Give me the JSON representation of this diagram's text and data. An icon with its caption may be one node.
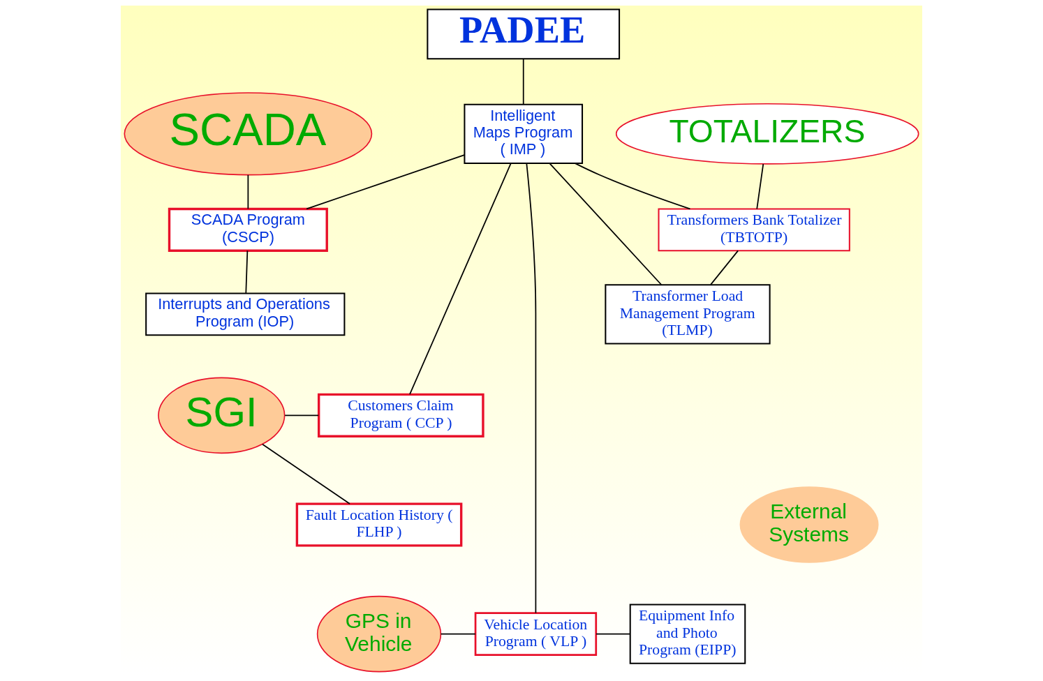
{
  "diagram": {
    "nodes": [
      {
        "text": [
          "PADEE"
        ]
      },
      {
        "text": [
          "SCADA"
        ]
      },
      {
        "text": [
          "Intelligent Maps Program ( IMP )"
        ]
      },
      {
        "text": [
          "TOTALIZERS"
        ]
      },
      {
        "text": [
          "SCADA Program (CSCP)"
        ]
      },
      {
        "text": [
          "Interrupts and Operations Program (IOP)"
        ]
      },
      {
        "text": [
          "Transformers Bank Totalizer (TBTOTP)"
        ]
      },
      {
        "text": [
          "Transformer Load Management Program (TLMP)"
        ]
      },
      {
        "text": [
          "SGI"
        ]
      },
      {
        "text": [
          "Customers Claim Program ( CCP )"
        ]
      },
      {
        "text": [
          "Fault Location History ( FLHP )"
        ]
      },
      {
        "text": [
          "External Systems"
        ]
      },
      {
        "text": [
          "GPS in Vehicle"
        ]
      },
      {
        "text": [
          "Vehicle Location Program ( VLP )"
        ]
      },
      {
        "text": [
          "Equipment Info and Photo Program (EIPP)"
        ]
      }
    ],
    "edges": [
      {
        "from": 0,
        "to": 2,
        "arrow": "none"
      },
      {
        "from": 1,
        "to": 4,
        "arrow": "none"
      },
      {
        "from": 2,
        "to": 4,
        "arrow": "none"
      },
      {
        "from": 2,
        "to": 6,
        "arrow": "none"
      },
      {
        "from": 3,
        "to": 6,
        "arrow": "none"
      },
      {
        "from": 4,
        "to": 5,
        "arrow": "none"
      },
      {
        "from": 6,
        "to": 7,
        "arrow": "none"
      },
      {
        "from": 2,
        "to": 7,
        "arrow": "none"
      },
      {
        "from": 2,
        "to": 9,
        "arrow": "none"
      },
      {
        "from": 2,
        "to": 13,
        "arrow": "none"
      },
      {
        "from": 8,
        "to": 9,
        "arrow": "none"
      },
      {
        "from": 8,
        "to": 10,
        "arrow": "none"
      },
      {
        "from": 12,
        "to": 13,
        "arrow": "none"
      },
      {
        "from": 13,
        "to": 14,
        "arrow": "none"
      }
    ]
  }
}
